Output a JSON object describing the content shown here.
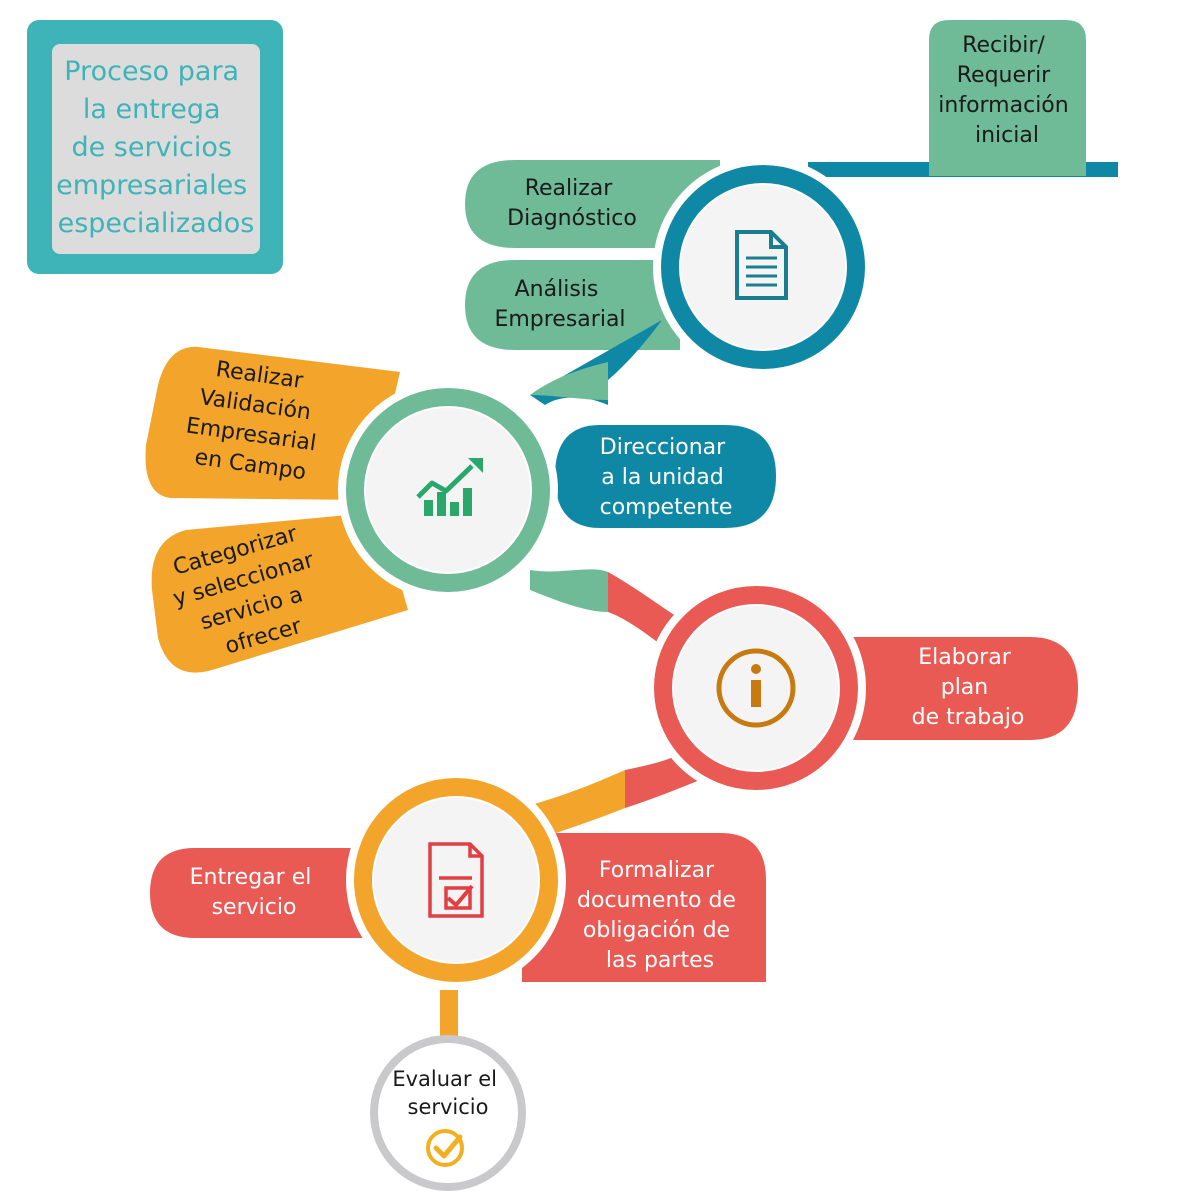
{
  "title": {
    "lines": [
      "Proceso para",
      "la entrega",
      "de servicios",
      "empresariales",
      "especializados"
    ]
  },
  "steps": {
    "recibir": [
      "Recibir/",
      "Requerir",
      "información",
      "inicial"
    ],
    "diagnostico": [
      "Realizar",
      "Diagnóstico"
    ],
    "analisis": [
      "Análisis",
      "Empresarial"
    ],
    "validacion": [
      "Realizar",
      "Validación",
      "Empresarial",
      "en Campo"
    ],
    "categorizar": [
      "Categorizar",
      "y seleccionar",
      "servicio a",
      "ofrecer"
    ],
    "direccionar": [
      "Direccionar",
      "a la unidad",
      "competente"
    ],
    "elaborar": [
      "Elaborar",
      "plan",
      "de trabajo"
    ],
    "entregar": [
      "Entregar el",
      "servicio"
    ],
    "formalizar": [
      "Formalizar",
      "documento de",
      "obligación de",
      "las partes"
    ],
    "evaluar": [
      "Evaluar el",
      "servicio"
    ]
  },
  "icons": {
    "node1": "document-icon",
    "node2": "growth-chart-icon",
    "node3": "info-icon",
    "node4": "checklist-document-icon",
    "node5": "check-circle-icon"
  },
  "colors": {
    "teal_frame": "#3eb3b8",
    "title_text": "#3eb3b8",
    "green": "#6fbb98",
    "blue": "#0f88a6",
    "orange": "#f2a52a",
    "red": "#e85a53",
    "gray_ring": "#c9c9cb",
    "node_fill": "#f4f4f4",
    "icon_teal": "#1b7d90",
    "icon_green": "#2aa86b",
    "icon_brown": "#c67a10",
    "icon_red": "#e23f43",
    "icon_yellow": "#f2b021"
  }
}
